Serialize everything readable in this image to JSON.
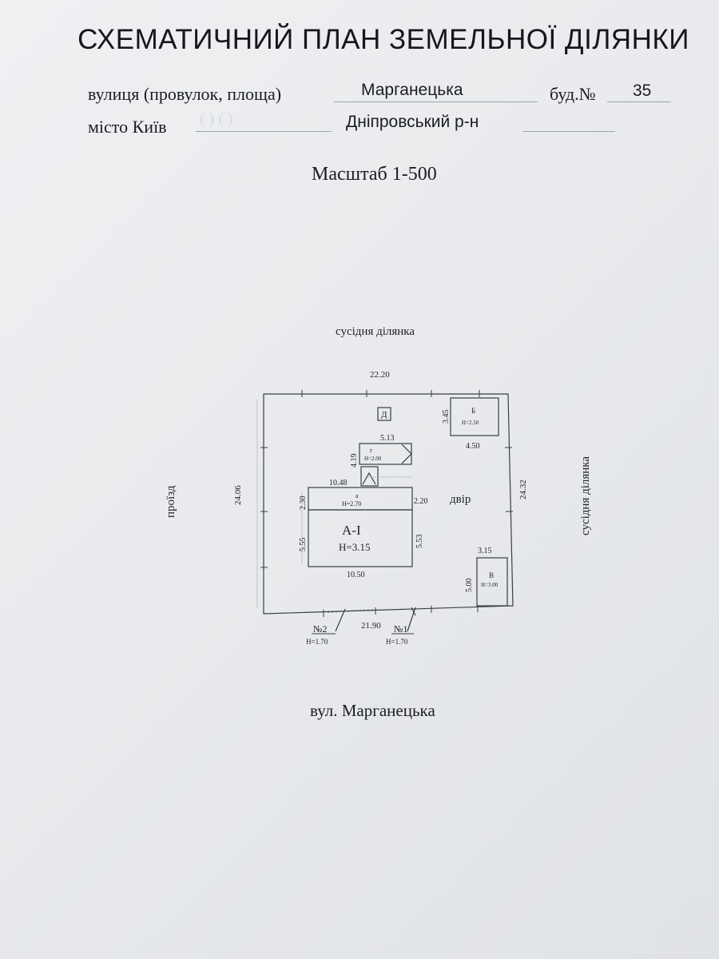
{
  "document": {
    "title": "СХЕМАТИЧНИЙ ПЛАН ЗЕМЕЛЬНОЇ ДІЛЯНКИ",
    "street_label": "вулиця (провулок, площа)",
    "street_value": "Марганецька",
    "building_label": "буд.№",
    "building_value": "35",
    "city_label": "місто Київ",
    "district_value": "Дніпровський р-н",
    "scale": "Масштаб  1-500",
    "street_bottom": "вул.  Марганецька"
  },
  "plan": {
    "top_neighbor": "сусідня ділянка",
    "right_neighbor": "сусідня ділянка",
    "left_side": "проїзд",
    "yard": "двір",
    "dims": {
      "top": "22.20",
      "bottom": "21.90",
      "left": "24.06",
      "right": "24.32",
      "g_width": "5.13",
      "g_height": "4.19",
      "b_height": "3.45",
      "b_width": "4.50",
      "a_top": "10.48",
      "a_left": "2.30",
      "a_right": "2.20",
      "a1_left": "5.55",
      "a1_right": "5.53",
      "a1_bottom": "10.50",
      "v_width": "3.15",
      "v_height": "5.00"
    },
    "buildings": {
      "d": "Д",
      "b_label": "Б",
      "b_height": "Н=2.50",
      "g_label": "г",
      "g_height": "Н=2.00",
      "a_label": "а",
      "a_height": "Н=2.70",
      "a1_label": "А-І",
      "a1_height": "Н=3.15",
      "v_label": "В",
      "v_height": "Н=3.00"
    },
    "gates": {
      "g2_label": "№2",
      "g2_height": "Н=1.70",
      "g1_label": "№1",
      "g1_height": "Н=1.70"
    }
  }
}
